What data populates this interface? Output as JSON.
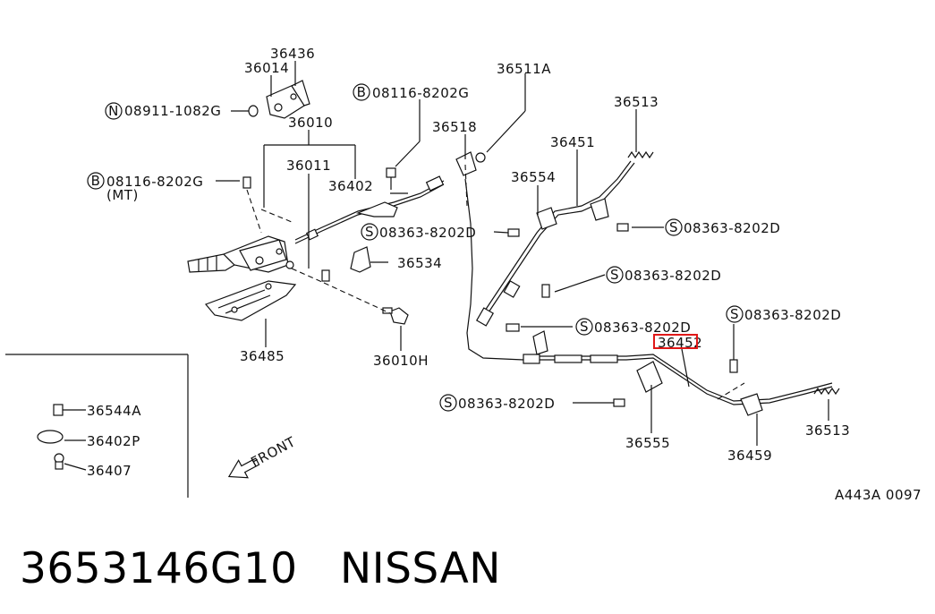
{
  "labels": {
    "p36436": "36436",
    "p36014": "36014",
    "p36010": "36010",
    "p36011": "36011",
    "p36402": "36402",
    "p36518": "36518",
    "p36511A": "36511A",
    "p36513_top": "36513",
    "p36451": "36451",
    "p36554": "36554",
    "p36534": "36534",
    "p36485": "36485",
    "p36010H": "36010H",
    "p36452": "36452",
    "p36555": "36555",
    "p36459": "36459",
    "p36513_bot": "36513",
    "p36544A": "36544A",
    "p36402P": "36402P",
    "p36407": "36407",
    "front": "FRONT",
    "ref_code": "A443A 0097",
    "nut_08911": "08911-1082G",
    "bolt_08116_a": "08116-8202G",
    "bolt_08116_b": "08116-8202G",
    "mt_note": "(MT)",
    "s_08363_1": "08363-8202D",
    "s_08363_2": "08363-8202D",
    "s_08363_3": "08363-8202D",
    "s_08363_4": "08363-8202D",
    "s_08363_5": "08363-8202D",
    "s_08363_6": "08363-8202D",
    "prefix_N": "N",
    "prefix_B": "B",
    "prefix_S": "S"
  },
  "highlight_part": "36452",
  "highlight_color": "#e01818",
  "caption": "3653146G10　NISSAN"
}
